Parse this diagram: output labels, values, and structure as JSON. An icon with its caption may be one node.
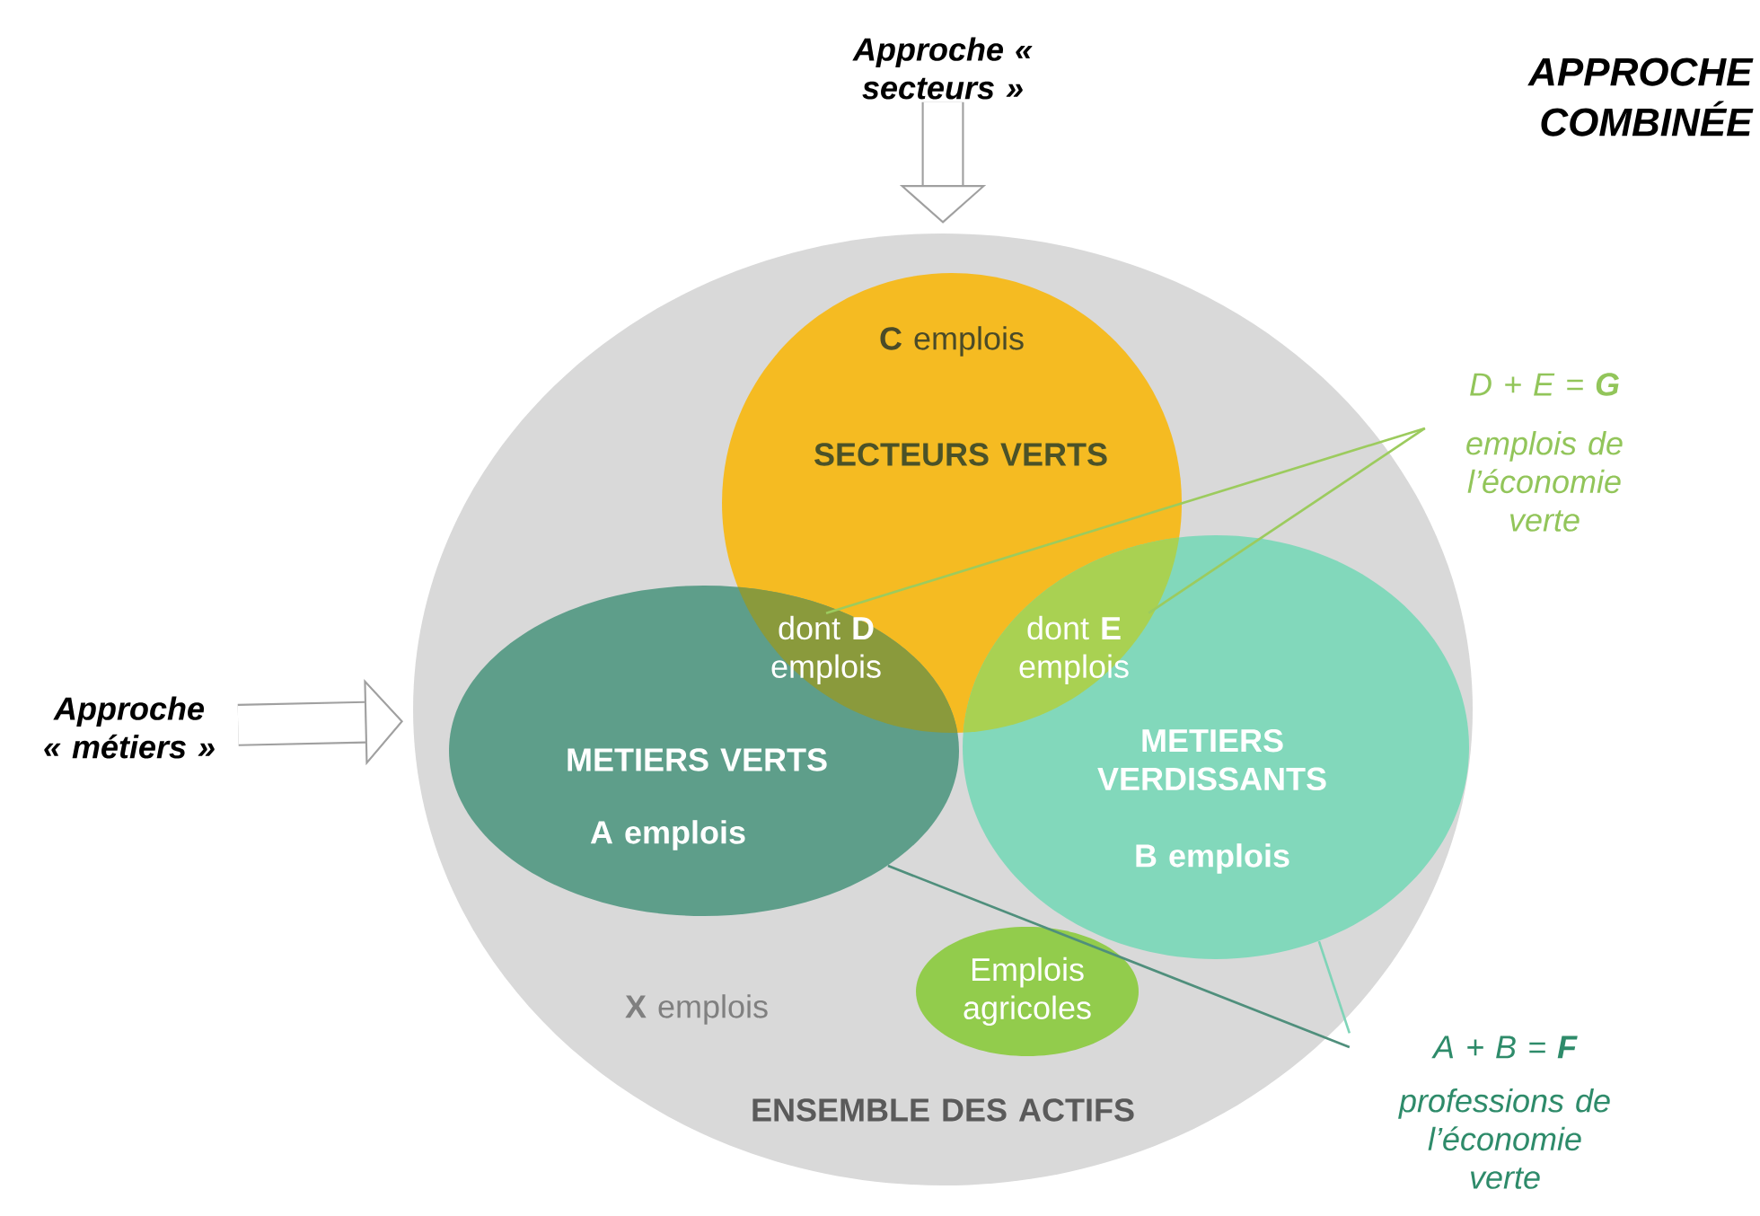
{
  "diagram": {
    "nodes": [
      {
        "text": [
          "**X** emplois",
          "ENSEMBLE DES ACTIFS"
        ]
      },
      {
        "text": [
          "**C** emplois",
          "SECTEURS VERTS"
        ],
        "in": 0
      },
      {
        "text": [
          "METIERS VERTS",
          "A emplois"
        ],
        "in": 0
      },
      {
        "text": [
          "METIERS VERDISSANTS",
          "B emplois"
        ],
        "in": 0
      },
      {
        "text": [
          "dont **D** emplois"
        ]
      },
      {
        "text": [
          "dont **E** emplois"
        ]
      },
      {
        "text": [
          "Emplois agricoles"
        ],
        "in": 0
      },
      {
        "text": [
          "Approche « secteurs »"
        ]
      },
      {
        "text": [
          "Approche « métiers »"
        ]
      },
      {
        "text": [
          "D + E = **G**",
          "emplois de l’économie verte"
        ]
      },
      {
        "text": [
          "A + B = **F**",
          "professions de l’économie verte"
        ]
      }
    ],
    "edges": [
      {
        "from": 7,
        "to": 0,
        "arrow": "to",
        "style": "thick"
      },
      {
        "from": 8,
        "to": 0,
        "arrow": "to",
        "style": "thick"
      },
      {
        "from": 9,
        "to": 4,
        "arrow": "none",
        "color": "#9ccb5e"
      },
      {
        "from": 9,
        "to": 5,
        "arrow": "none",
        "color": "#9ccb5e"
      },
      {
        "from": 10,
        "to": 2,
        "arrow": "none",
        "color": "#4f8f7c"
      },
      {
        "from": 10,
        "to": 3,
        "arrow": "none",
        "color": "#7fd4b8"
      }
    ],
    "labels": [
      "APPROCHE COMBINÉE"
    ]
  }
}
